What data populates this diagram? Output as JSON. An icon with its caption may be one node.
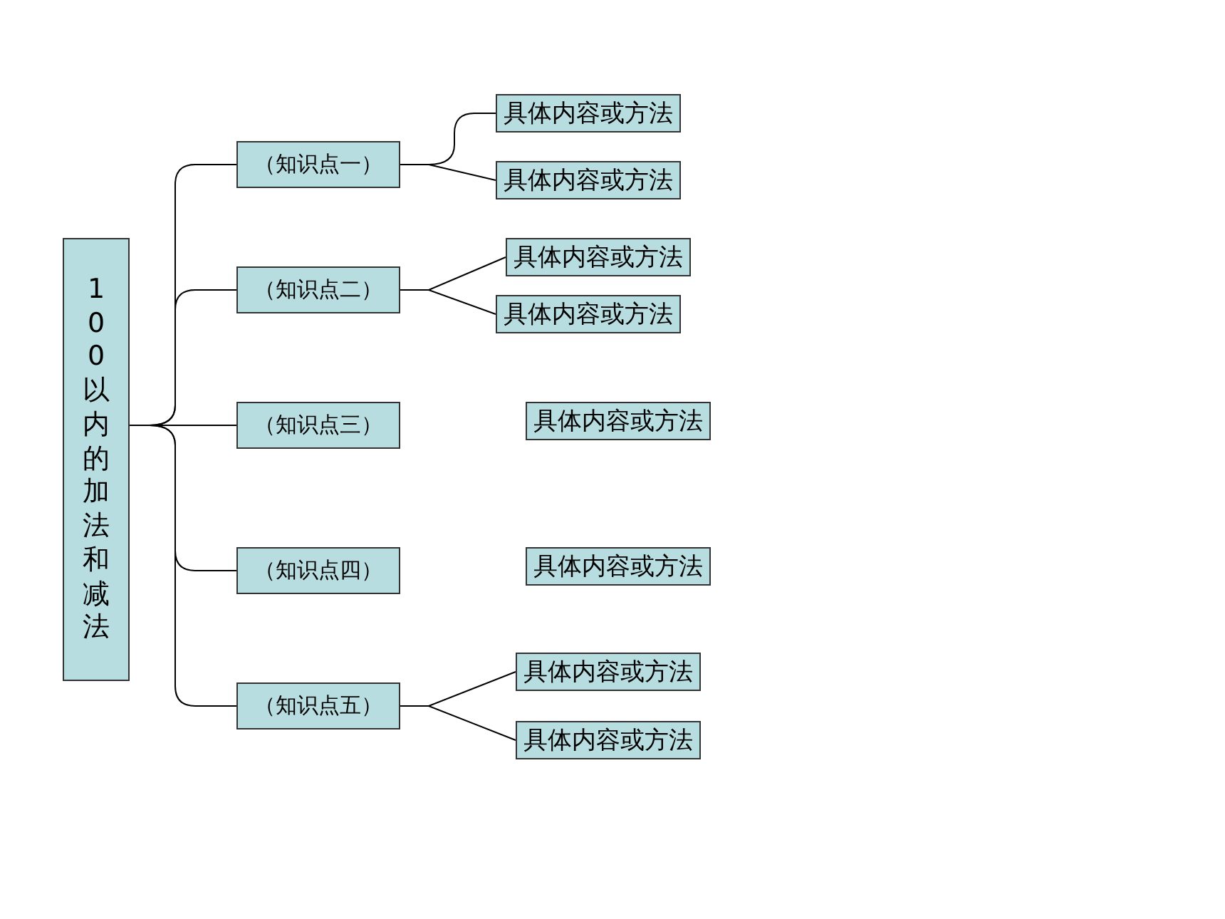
{
  "diagram": {
    "nodes": [
      {
        "text": [
          "100以内的加法和减法"
        ]
      },
      {
        "text": [
          "（知识点一）"
        ]
      },
      {
        "text": [
          "具体内容或方法"
        ]
      },
      {
        "text": [
          "具体内容或方法"
        ]
      },
      {
        "text": [
          "（知识点二）"
        ]
      },
      {
        "text": [
          "具体内容或方法"
        ]
      },
      {
        "text": [
          "具体内容或方法"
        ]
      },
      {
        "text": [
          "（知识点三）"
        ]
      },
      {
        "text": [
          "具体内容或方法"
        ]
      },
      {
        "text": [
          "（知识点四）"
        ]
      },
      {
        "text": [
          "具体内容或方法"
        ]
      },
      {
        "text": [
          "（知识点五）"
        ]
      },
      {
        "text": [
          "具体内容或方法"
        ]
      },
      {
        "text": [
          "具体内容或方法"
        ]
      }
    ],
    "edges": [
      {
        "from": 0,
        "to": 1,
        "arrow": "none"
      },
      {
        "from": 0,
        "to": 4,
        "arrow": "none"
      },
      {
        "from": 0,
        "to": 7,
        "arrow": "none"
      },
      {
        "from": 0,
        "to": 9,
        "arrow": "none"
      },
      {
        "from": 0,
        "to": 11,
        "arrow": "none"
      },
      {
        "from": 1,
        "to": 2,
        "arrow": "none"
      },
      {
        "from": 1,
        "to": 3,
        "arrow": "none"
      },
      {
        "from": 4,
        "to": 5,
        "arrow": "none"
      },
      {
        "from": 4,
        "to": 6,
        "arrow": "none"
      },
      {
        "from": 11,
        "to": 12,
        "arrow": "none"
      },
      {
        "from": 11,
        "to": 13,
        "arrow": "none"
      }
    ]
  }
}
